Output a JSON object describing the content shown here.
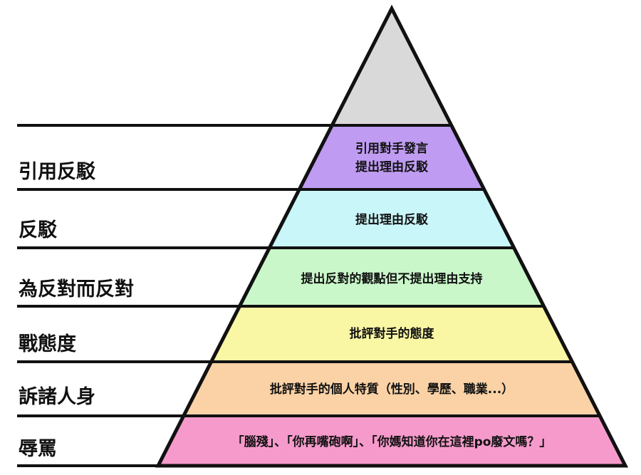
{
  "pyramid": {
    "levels": [
      {
        "name": "",
        "description": [],
        "color": "#d9d9d9"
      },
      {
        "name": "引用反駁",
        "description": [
          "引用對手發言",
          "提出理由反駁"
        ],
        "color": "#bf9cf2"
      },
      {
        "name": "反駁",
        "description": [
          "提出理由反駁"
        ],
        "color": "#c9f6f9"
      },
      {
        "name": "為反對而反對",
        "description": [
          "提出反對的觀點但不提出理由支持"
        ],
        "color": "#c9f7c9"
      },
      {
        "name": "戰態度",
        "description": [
          "批評對手的態度"
        ],
        "color": "#f9f6a4"
      },
      {
        "name": "訴諸人身",
        "description": [
          "批評對手的個人特質（性別、學歷、職業...）"
        ],
        "color": "#fad2a6"
      },
      {
        "name": "辱罵",
        "description": [
          "「腦殘」、「你再嘴砲啊」、「你媽知道你在這裡po廢文嗎？」"
        ],
        "color": "#f59acb"
      }
    ]
  }
}
